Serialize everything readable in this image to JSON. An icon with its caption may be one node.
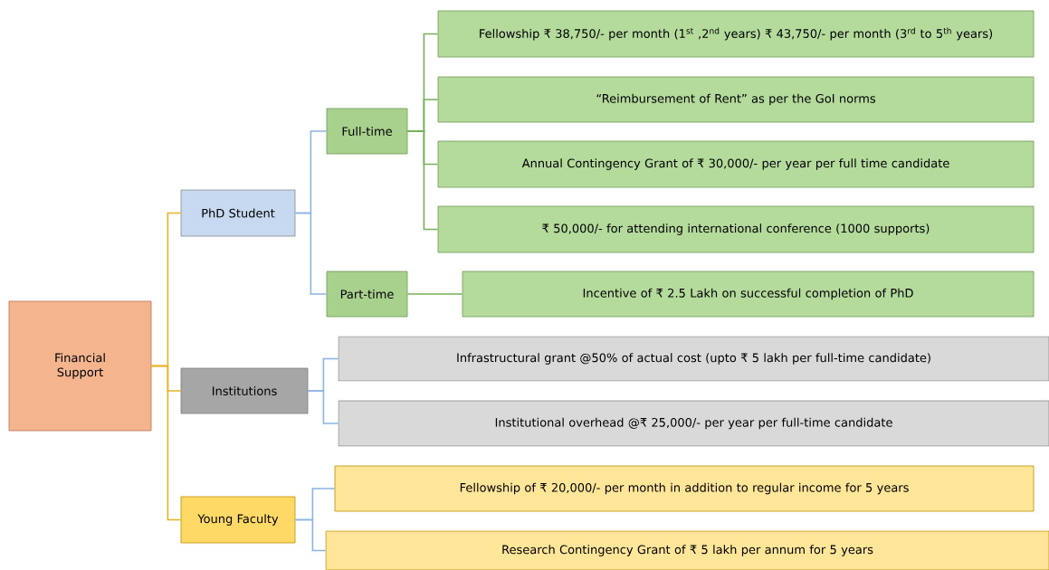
{
  "diagram": {
    "nodes": [
      {
        "text": [
          "Financial Support"
        ]
      },
      {
        "text": [
          "PhD Student"
        ]
      },
      {
        "text": [
          "Full-time"
        ]
      },
      {
        "text": [
          "Fellowship ₹ 38,750/- per month (1$^{st}$ ,2$^{nd}$ years) ₹ 43,750/- per month (3$^{rd}$ to 5$^{th}$ years)"
        ]
      },
      {
        "text": [
          "“Reimbursement of Rent”  as per the GoI norms"
        ]
      },
      {
        "text": [
          "Annual Contingency Grant of ₹ 30,000/- per year per full time candidate"
        ]
      },
      {
        "text": [
          "₹ 50,000/- for attending international conference (1000 supports)"
        ]
      },
      {
        "text": [
          "Part-time"
        ]
      },
      {
        "text": [
          "Incentive of ₹ 2.5 Lakh on successful completion of PhD"
        ]
      },
      {
        "text": [
          "Institutions"
        ]
      },
      {
        "text": [
          "Infrastructural grant @50% of actual cost (upto ₹ 5 lakh per full-time candidate)"
        ]
      },
      {
        "text": [
          "Institutional overhead @₹ 25,000/- per year per full-time candidate"
        ]
      },
      {
        "text": [
          "Young Faculty"
        ]
      },
      {
        "text": [
          "Fellowship of ₹ 20,000/- per month in addition to regular income for 5 years"
        ]
      },
      {
        "text": [
          "Research Contingency Grant of ₹ 5 lakh per annum for 5 years"
        ]
      }
    ],
    "edges": [
      {
        "from": 0,
        "to": 1,
        "arrow": "none",
        "color": "#e6b422"
      },
      {
        "from": 0,
        "to": 9,
        "arrow": "none",
        "color": "#e6b422"
      },
      {
        "from": 0,
        "to": 12,
        "arrow": "none",
        "color": "#e6b422"
      },
      {
        "from": 1,
        "to": 2,
        "arrow": "none",
        "color": "#8db3e2"
      },
      {
        "from": 1,
        "to": 7,
        "arrow": "none",
        "color": "#8db3e2"
      },
      {
        "from": 2,
        "to": 3,
        "arrow": "none",
        "color": "#77b05a"
      },
      {
        "from": 2,
        "to": 4,
        "arrow": "none",
        "color": "#77b05a"
      },
      {
        "from": 2,
        "to": 5,
        "arrow": "none",
        "color": "#77b05a"
      },
      {
        "from": 2,
        "to": 6,
        "arrow": "none",
        "color": "#77b05a"
      },
      {
        "from": 7,
        "to": 8,
        "arrow": "none",
        "color": "#77b05a"
      },
      {
        "from": 9,
        "to": 10,
        "arrow": "none",
        "color": "#8db3e2"
      },
      {
        "from": 9,
        "to": 11,
        "arrow": "none",
        "color": "#8db3e2"
      },
      {
        "from": 12,
        "to": 13,
        "arrow": "none",
        "color": "#8db3e2"
      },
      {
        "from": 12,
        "to": 14,
        "arrow": "none",
        "color": "#8db3e2"
      }
    ]
  }
}
